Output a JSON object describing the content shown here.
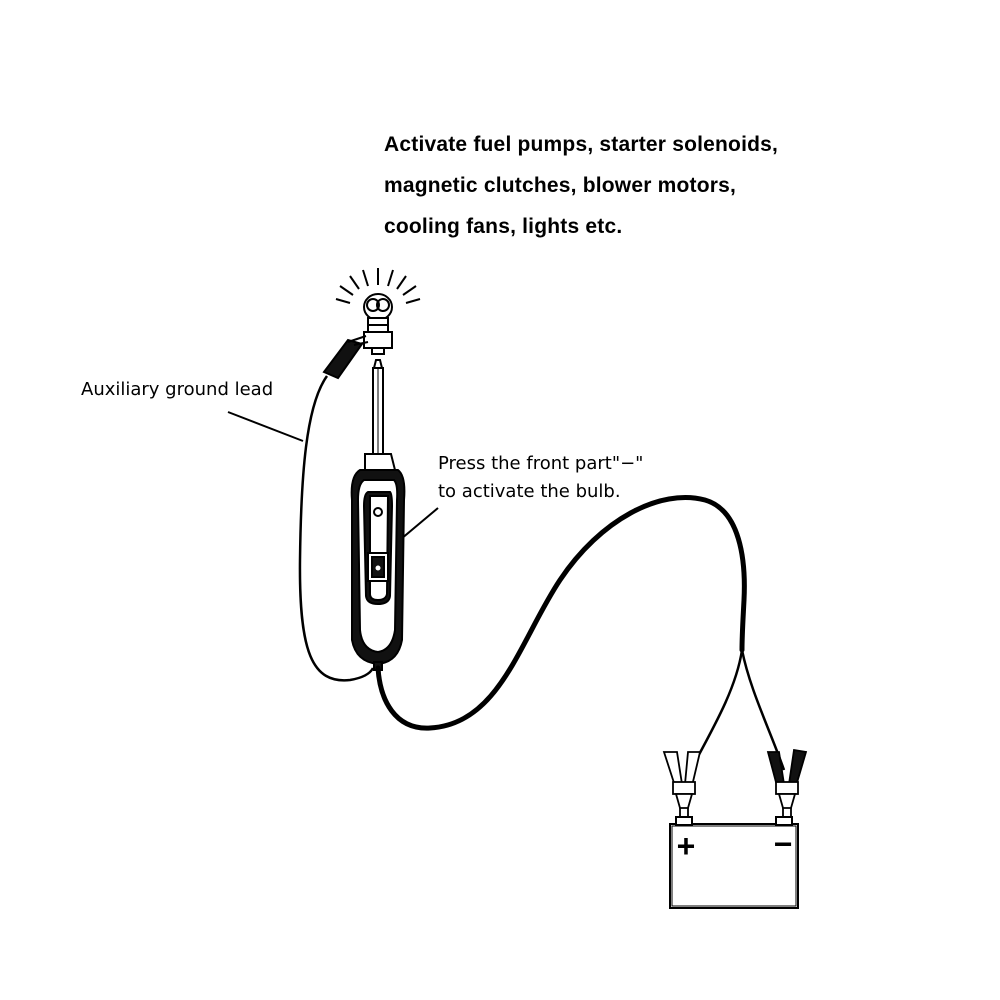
{
  "heading": {
    "line1": "Activate fuel pumps, starter solenoids,",
    "line2": "magnetic clutches, blower motors,",
    "line3": "cooling fans, lights etc."
  },
  "labels": {
    "ground_lead": "Auxiliary ground lead",
    "press_line1": "Press the front part\"−\"",
    "press_line2": "to activate the bulb."
  },
  "battery": {
    "positive_symbol": "+",
    "negative_symbol": "−"
  },
  "icons": [
    "light-bulb-icon",
    "circuit-tester-probe",
    "alligator-clip-icon",
    "battery-icon"
  ]
}
